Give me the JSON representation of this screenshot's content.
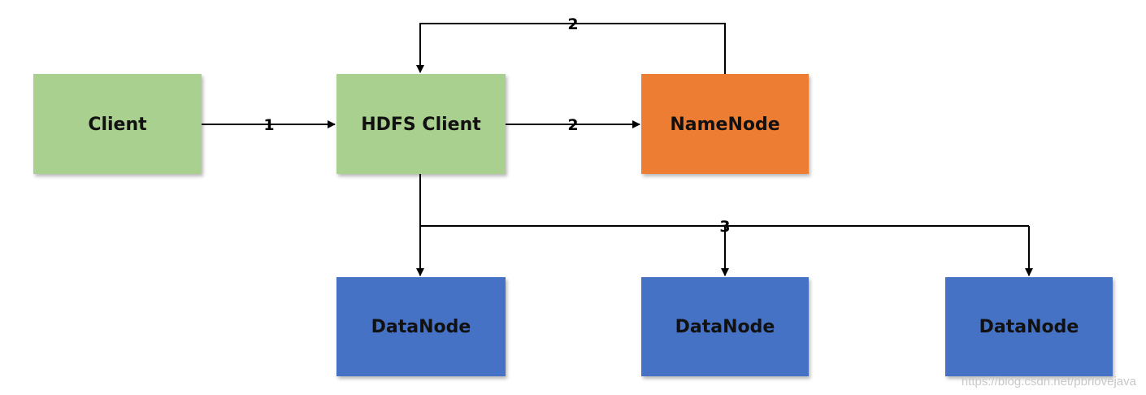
{
  "nodes": {
    "client": {
      "label": "Client",
      "color": "#a9d08e"
    },
    "hdfs_client": {
      "label": "HDFS Client",
      "color": "#a9d08e"
    },
    "namenode": {
      "label": "NameNode",
      "color": "#ed7d31"
    },
    "datanode_1": {
      "label": "DataNode",
      "color": "#4472c4"
    },
    "datanode_2": {
      "label": "DataNode",
      "color": "#4472c4"
    },
    "datanode_3": {
      "label": "DataNode",
      "color": "#4472c4"
    }
  },
  "edges": {
    "client_to_hdfs": "1",
    "hdfs_to_namenode": "2",
    "namenode_to_hdfs": "2",
    "hdfs_to_datanodes": "3"
  },
  "watermark": "https://blog.csdn.net/pbrlovejava"
}
